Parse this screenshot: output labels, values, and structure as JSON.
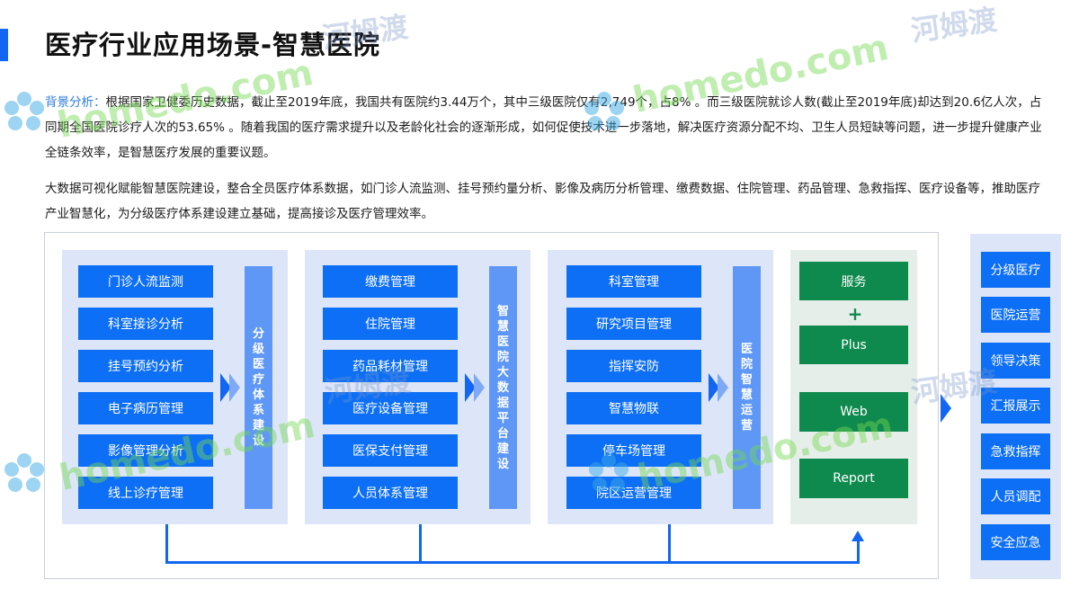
{
  "title": "医疗行业应用场景-智慧医院",
  "background": {
    "lead": "背景分析：",
    "text": "根据国家卫健委历史数据，截止至2019年底，我国共有医院约3.44万个，其中三级医院仅有2,749个，占8% 。而三级医院就诊人数(截止至2019年底)却达到20.6亿人次，占同期全国医院诊疗人次的53.65% 。随着我国的医疗需求提升以及老龄化社会的逐渐形成，如何促使技术进一步落地，解决医疗资源分配不均、卫生人员短缺等问题，进一步提升健康产业全链条效率，是智慧医疗发展的重要议题。"
  },
  "intro": "大数据可视化赋能智慧医院建设，整合全员医疗体系数据，如门诊人流监测、挂号预约量分析、影像及病历分析管理、缴费数据、住院管理、药品管理、急救指挥、医疗设备等，推助医疗产业智慧化，为分级医疗体系建设建立基础，提高接诊及医疗管理效率。",
  "col1": {
    "items": [
      "门诊人流监测",
      "科室接诊分析",
      "挂号预约分析",
      "电子病历管理",
      "影像管理分析",
      "线上诊疗管理"
    ],
    "bar": "分级医疗体系建设"
  },
  "col2": {
    "items": [
      "缴费管理",
      "住院管理",
      "药品耗材管理",
      "医疗设备管理",
      "医保支付管理",
      "人员体系管理"
    ],
    "bar": "智慧医院大数据平台建设"
  },
  "col3": {
    "items": [
      "科室管理",
      "研究项目管理",
      "指挥安防",
      "智慧物联",
      "停车场管理",
      "院区运营管理"
    ],
    "bar": "医院智慧运营"
  },
  "col4": {
    "service": "服务",
    "plus_sign": "+",
    "plus": "Plus",
    "web": "Web",
    "report": "Report"
  },
  "right": {
    "items": [
      "分级医疗",
      "医院运营",
      "领导决策",
      "汇报展示",
      "急救指挥",
      "人员调配",
      "安全应急"
    ]
  },
  "watermarks": {
    "brand": "homedo.com",
    "cn": "河姆渡"
  },
  "colors": {
    "blue_box": "#0d6ff5",
    "green_box": "#0f8a4e",
    "bar": "#5e97f5",
    "panel": "#dde6f8",
    "accent": "#1266f1"
  }
}
